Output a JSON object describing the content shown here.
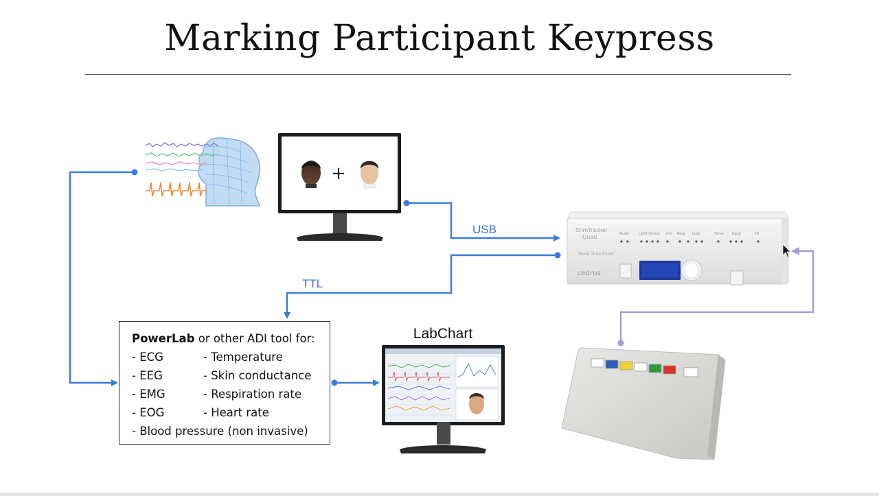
{
  "slide": {
    "title": "Marking Participant Keypress"
  },
  "connections": {
    "usb_label": "USB",
    "ttl_label": "TTL"
  },
  "labchart": {
    "title": "LabChart"
  },
  "powerlab_box": {
    "heading_bold": "PowerLab",
    "heading_rest": " or other ADI tool for:",
    "rows": [
      {
        "left": "- ECG",
        "right": "- Temperature"
      },
      {
        "left": "- EEG",
        "right": "- Skin conductance"
      },
      {
        "left": "- EMG",
        "right": "- Respiration rate"
      },
      {
        "left": "- EOG",
        "right": "- Heart rate"
      },
      {
        "left": "- Blood pressure (non invasive)",
        "right": ""
      }
    ]
  },
  "stimtracker": {
    "name_line1": "StimTracker",
    "name_line2": "Quad",
    "brand": "cedrus"
  },
  "colors": {
    "connector_blue": "#3b7be0",
    "connector_lavender": "#a79ad8",
    "button_colors": [
      "#ffffff",
      "#2f5fb8",
      "#f1d232",
      "#ffffff",
      "#2e9b3e",
      "#d9352b",
      "#ffffff"
    ]
  },
  "icons": [
    "brain-signals-icon",
    "stimulus-monitor-icon",
    "labchart-monitor-icon",
    "stimtracker-device-icon",
    "response-pad-icon"
  ]
}
